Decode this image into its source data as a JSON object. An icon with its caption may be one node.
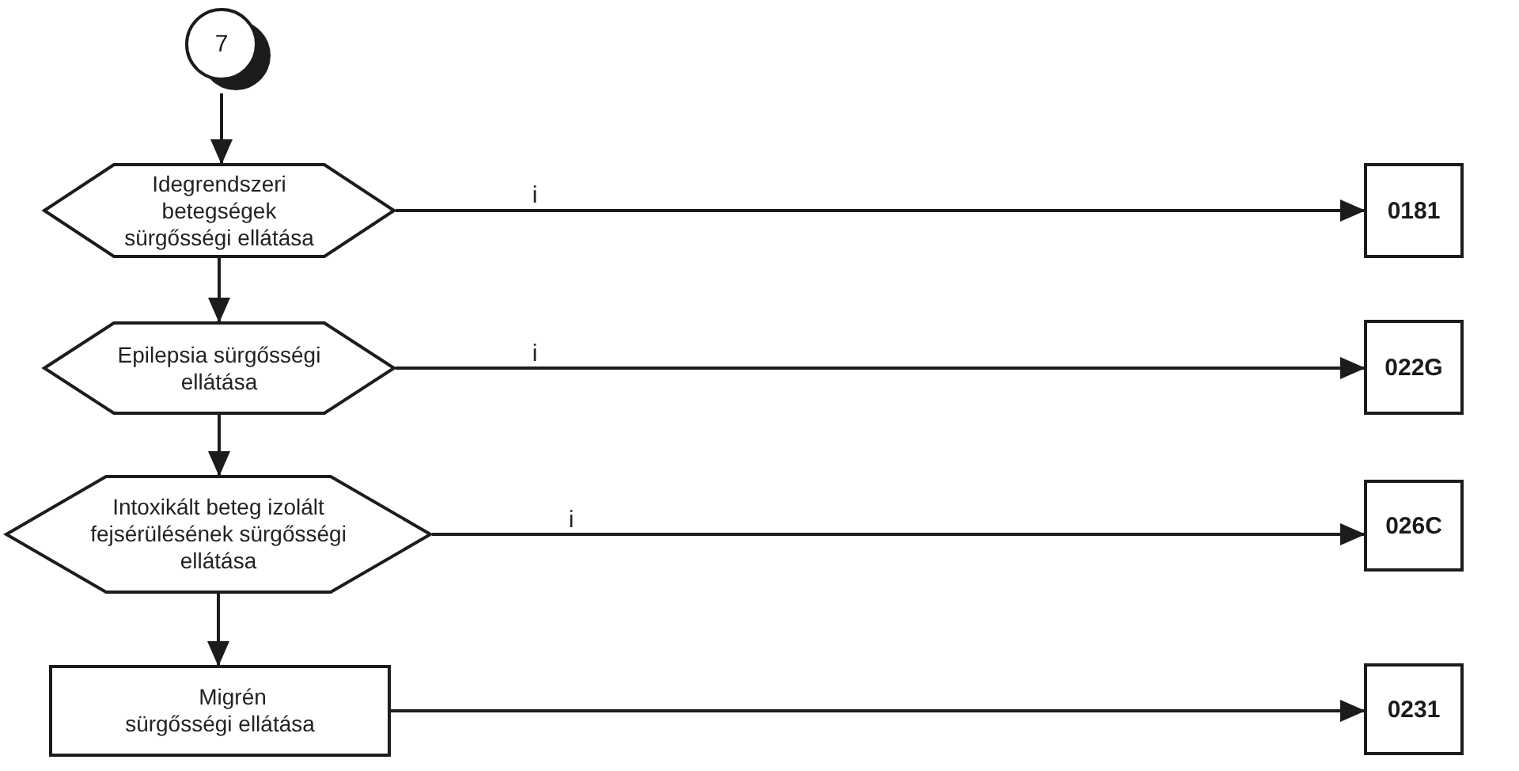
{
  "diagram": {
    "nodes": [
      {
        "text": [
          "7"
        ]
      },
      {
        "text": [
          "Idegrendszeri betegségek sürgősségi ellátása"
        ]
      },
      {
        "text": [
          "0181"
        ]
      },
      {
        "text": [
          "Epilepsia sürgősségi ellátása"
        ]
      },
      {
        "text": [
          "022G"
        ]
      },
      {
        "text": [
          "Intoxikált beteg izolált fejsérülésének sürgősségi ellátása"
        ]
      },
      {
        "text": [
          "026C"
        ]
      },
      {
        "text": [
          "Migrén sürgősségi ellátása"
        ]
      },
      {
        "text": [
          "0231"
        ]
      }
    ],
    "edges": [
      {
        "from": 0,
        "to": 1,
        "arrow": "to"
      },
      {
        "from": 1,
        "to": 2,
        "arrow": "to",
        "label": "i"
      },
      {
        "from": 1,
        "to": 3,
        "arrow": "to"
      },
      {
        "from": 3,
        "to": 4,
        "arrow": "to",
        "label": "i"
      },
      {
        "from": 3,
        "to": 5,
        "arrow": "to"
      },
      {
        "from": 5,
        "to": 6,
        "arrow": "to",
        "label": "i"
      },
      {
        "from": 5,
        "to": 7,
        "arrow": "to"
      },
      {
        "from": 7,
        "to": 8,
        "arrow": "to"
      }
    ]
  }
}
